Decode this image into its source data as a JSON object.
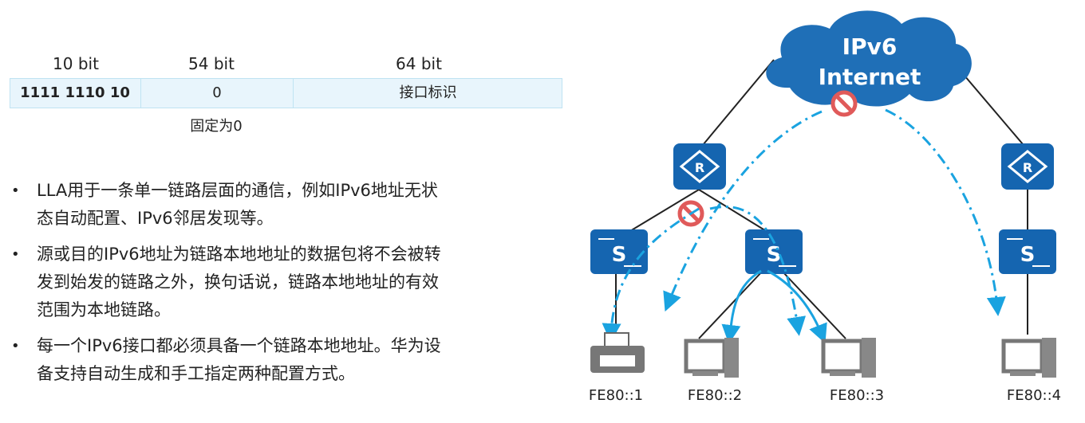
{
  "address_format": {
    "bit_labels": [
      "10 bit",
      "54 bit",
      "64 bit"
    ],
    "prefix": "1111 1110 10",
    "zero": "0",
    "interface_id": "接口标识",
    "fixed_note": "固定为0"
  },
  "bullets": [
    "LLA用于一条单一链路层面的通信，例如IPv6地址无状态自动配置、IPv6邻居发现等。",
    "源或目的IPv6地址为链路本地地址的数据包将不会被转发到始发的链路之外，换句话说，链路本地地址的有效范围为本地链路。",
    "每一个IPv6接口都必须具备一个链路本地地址。华为设备支持自动生成和手工指定两种配置方式。"
  ],
  "bullet_lines": [
    [
      "LLA用于一条单一链路层面的通信，例如IPv6地址无状",
      "态自动配置、IPv6邻居发现等。"
    ],
    [
      "源或目的IPv6地址为链路本地地址的数据包将不会被转",
      "发到始发的链路之外，换句话说，链路本地地址的有效",
      "范围为本地链路。"
    ],
    [
      "每一个IPv6接口都必须具备一个链路本地地址。华为设",
      "备支持自动生成和手工指定两种配置方式。"
    ]
  ],
  "network": {
    "cloud_line1": "IPv6",
    "cloud_line2": "Internet",
    "router_glyph": "R",
    "switch_glyph": "S",
    "hosts": [
      "FE80::1",
      "FE80::2",
      "FE80::3",
      "FE80::4"
    ],
    "colors": {
      "cloud": "#1f6fb7",
      "device": "#1565b0",
      "flow": "#1aa3e0",
      "blocked": "#e05a5a",
      "line": "#222222"
    }
  }
}
